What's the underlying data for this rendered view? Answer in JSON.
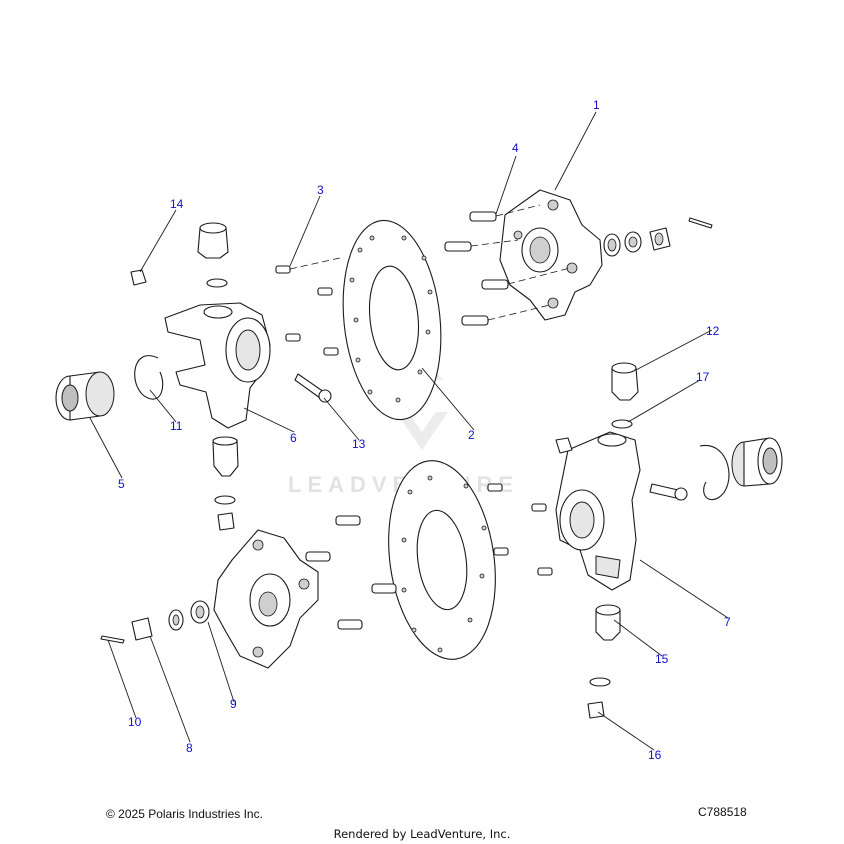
{
  "callouts": [
    "1",
    "2",
    "3",
    "4",
    "5",
    "6",
    "7",
    "8",
    "9",
    "10",
    "11",
    "12",
    "13",
    "14",
    "15",
    "16",
    "17"
  ],
  "watermark": {
    "brand": "LEADVENTURE"
  },
  "footer": {
    "copyright": "© 2025 Polaris Industries Inc.",
    "figure_id": "C788518",
    "rendered_by": "Rendered by LeadVenture, Inc."
  },
  "colors": {
    "callout_text": "#1111cc",
    "line": "#1a1a1a",
    "watermark": "#e2e2e2"
  }
}
